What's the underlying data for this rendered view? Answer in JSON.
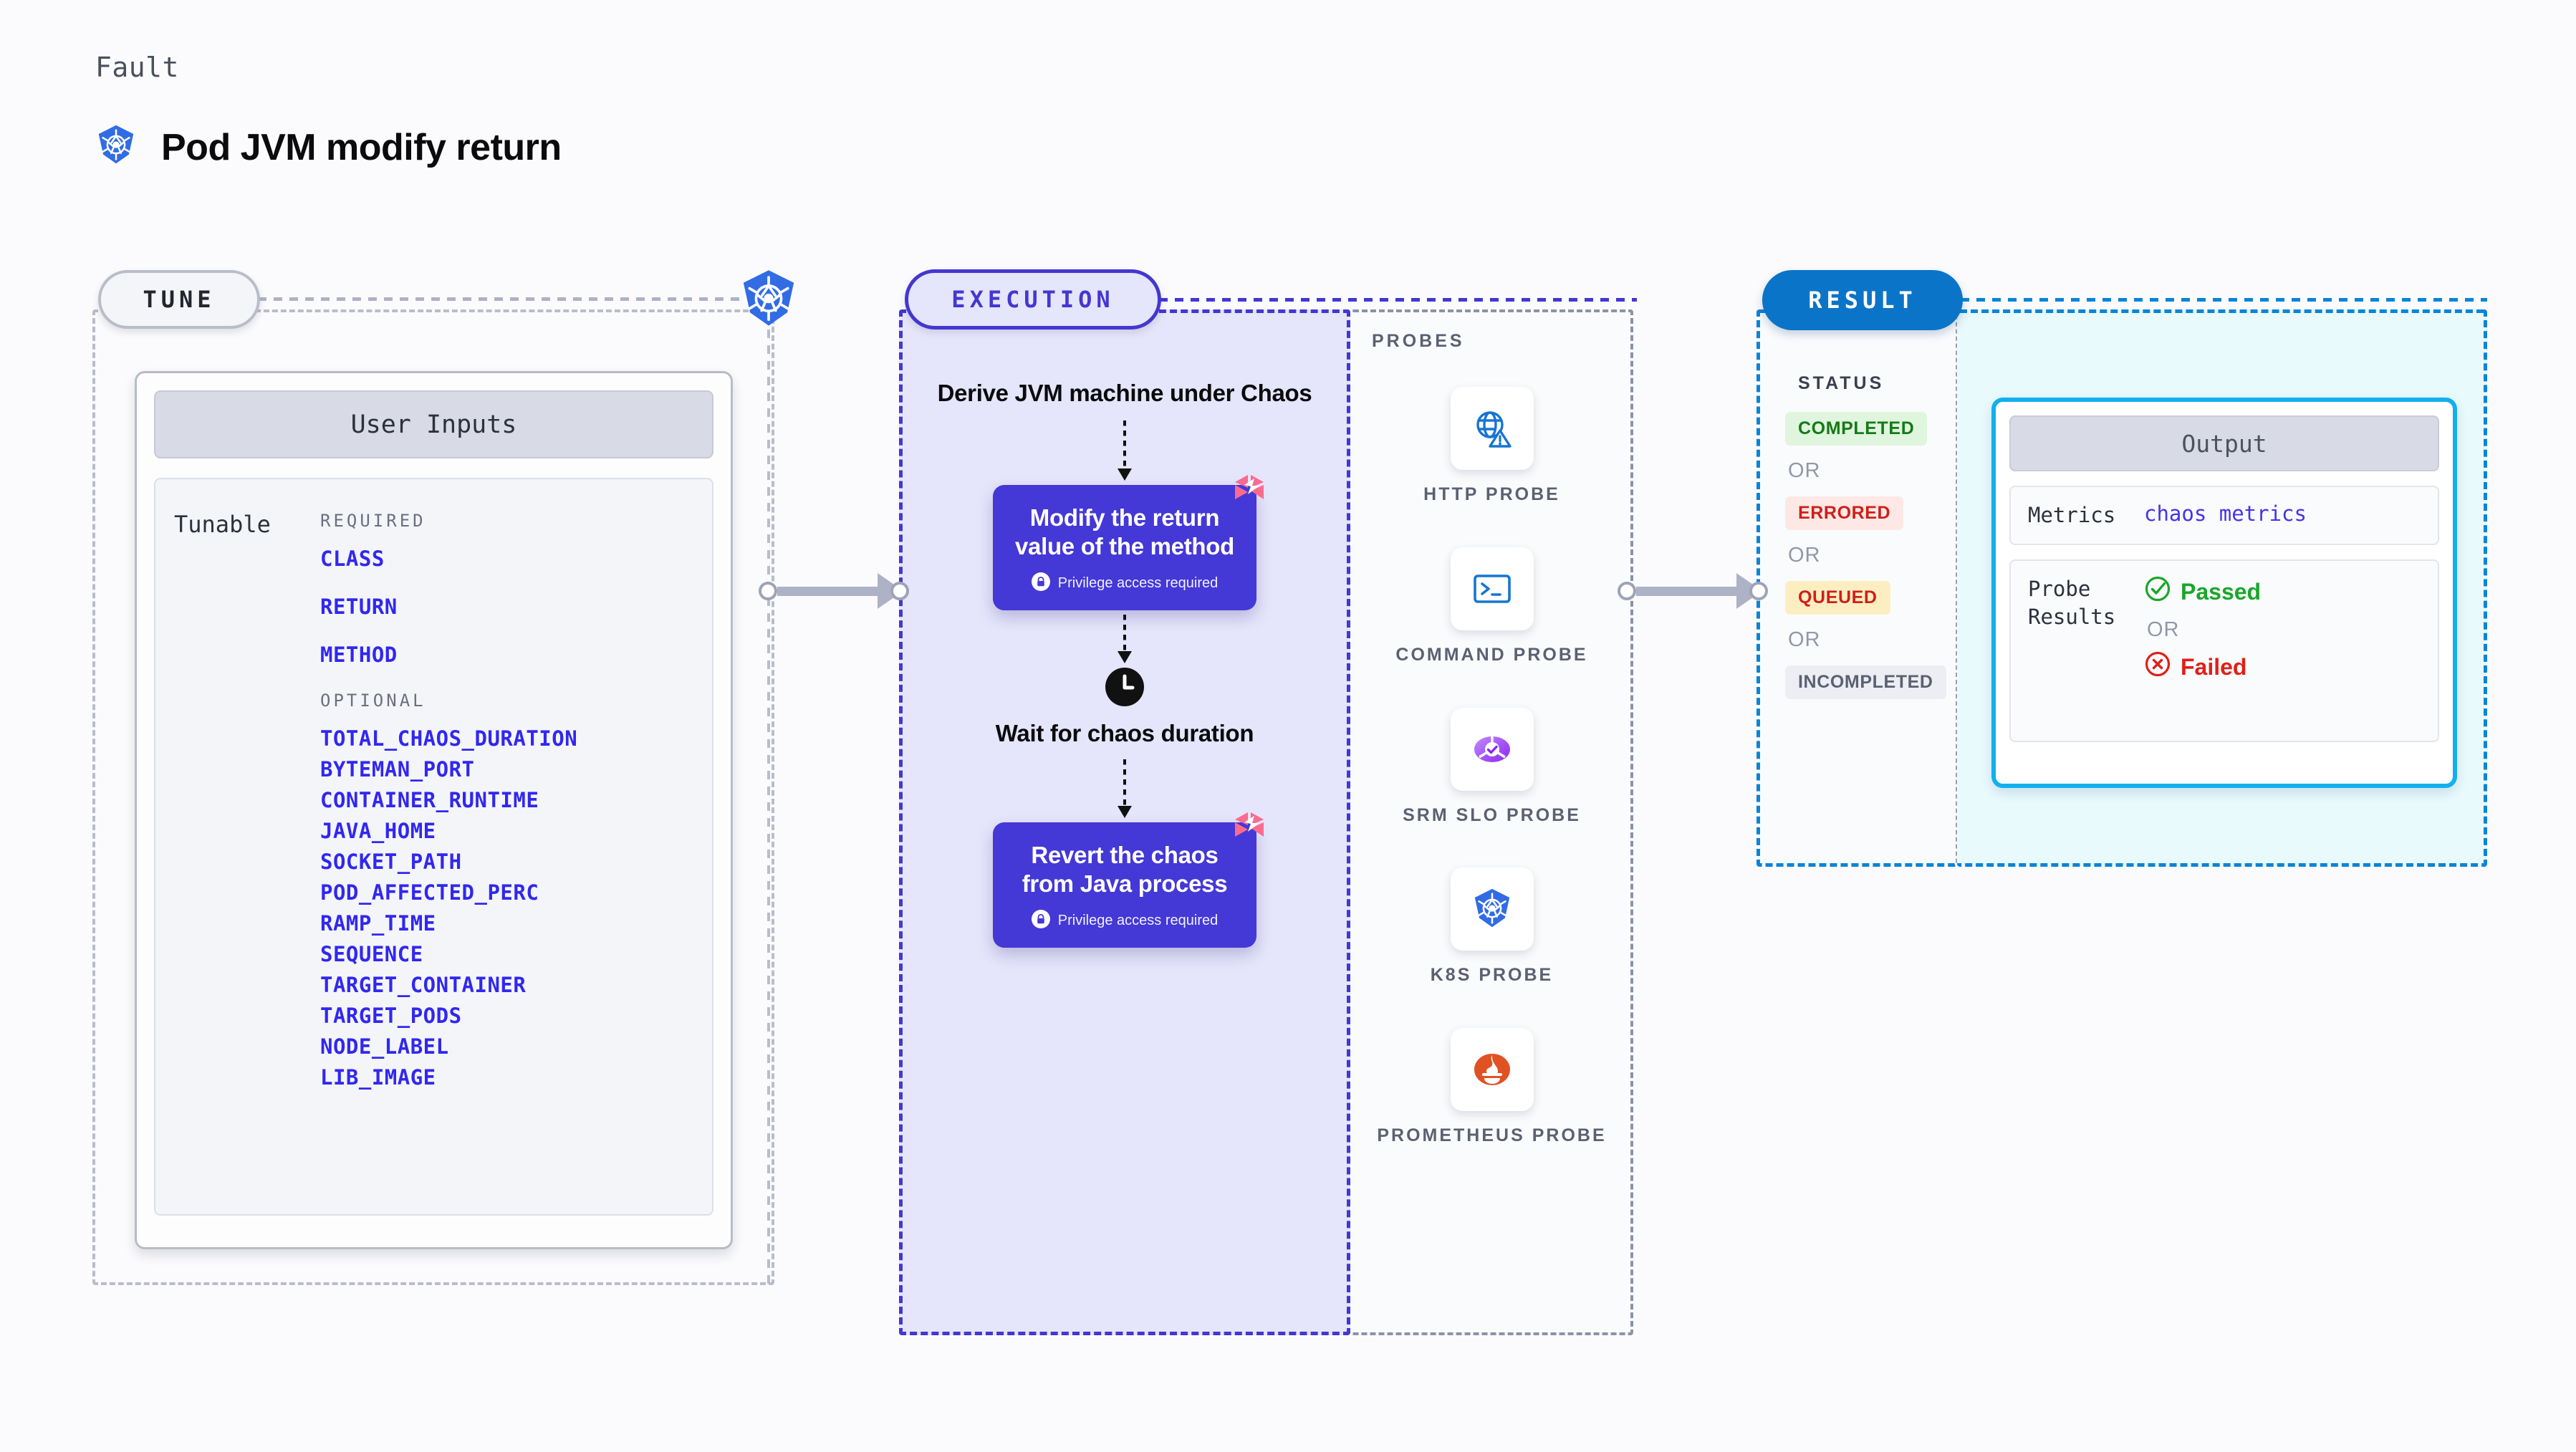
{
  "header": {
    "fault_label": "Fault",
    "title": "Pod JVM modify return",
    "icon": "kubernetes-icon"
  },
  "tune": {
    "pill_label": "TUNE",
    "badge_icon": "kubernetes-icon",
    "user_inputs_title": "User Inputs",
    "tunable_label": "Tunable",
    "required_title": "REQUIRED",
    "optional_title": "OPTIONAL",
    "required": [
      "CLASS",
      "RETURN",
      "METHOD"
    ],
    "optional": [
      "TOTAL_CHAOS_DURATION",
      "BYTEMAN_PORT",
      "CONTAINER_RUNTIME",
      "JAVA_HOME",
      "SOCKET_PATH",
      "POD_AFFECTED_PERC",
      "RAMP_TIME",
      "SEQUENCE",
      "TARGET_CONTAINER",
      "TARGET_PODS",
      "NODE_LABEL",
      "LIB_IMAGE"
    ],
    "param_color": "#3127f0"
  },
  "execution": {
    "pill_label": "EXECUTION",
    "accent_color": "#4437d0",
    "steps": [
      {
        "kind": "text",
        "label": "Derive JVM machine under Chaos"
      },
      {
        "kind": "card",
        "label": "Modify the return value of the method",
        "note": "Privilege access required",
        "note_icon": "lock-icon",
        "badge_icon": "harness-icon"
      },
      {
        "kind": "clock",
        "icon": "clock-icon",
        "label": "Wait for chaos duration"
      },
      {
        "kind": "card",
        "label": "Revert the chaos from Java process",
        "note": "Privilege access required",
        "note_icon": "lock-icon",
        "badge_icon": "harness-icon"
      }
    ]
  },
  "probes": {
    "label": "PROBES",
    "items": [
      {
        "name": "HTTP PROBE",
        "icon": "globe-warning-icon"
      },
      {
        "name": "COMMAND PROBE",
        "icon": "terminal-icon"
      },
      {
        "name": "SRM SLO PROBE",
        "icon": "srm-slo-icon"
      },
      {
        "name": "K8S PROBE",
        "icon": "kubernetes-icon"
      },
      {
        "name": "PROMETHEUS PROBE",
        "icon": "prometheus-icon"
      }
    ]
  },
  "result": {
    "pill_label": "RESULT",
    "accent_color": "#0a84d8",
    "status_label": "STATUS",
    "or_label": "OR",
    "statuses": [
      {
        "text": "COMPLETED",
        "bg": "#dff5dd",
        "fg": "#147a18"
      },
      {
        "text": "ERRORED",
        "bg": "#fde8e6",
        "fg": "#ce1f18"
      },
      {
        "text": "QUEUED",
        "bg": "#fdeec2",
        "fg": "#ce1f18"
      },
      {
        "text": "INCOMPLETED",
        "bg": "#eceef3",
        "fg": "#5b6172"
      }
    ],
    "output": {
      "title": "Output",
      "metrics_key": "Metrics",
      "metrics_value": "chaos metrics",
      "probe_results_key": "Probe Results",
      "passed_label": "Passed",
      "failed_label": "Failed",
      "or_label": "OR",
      "passed_icon": "check-circle-icon",
      "failed_icon": "x-circle-icon",
      "passed_color": "#1aa62a",
      "failed_color": "#e01f17"
    }
  }
}
